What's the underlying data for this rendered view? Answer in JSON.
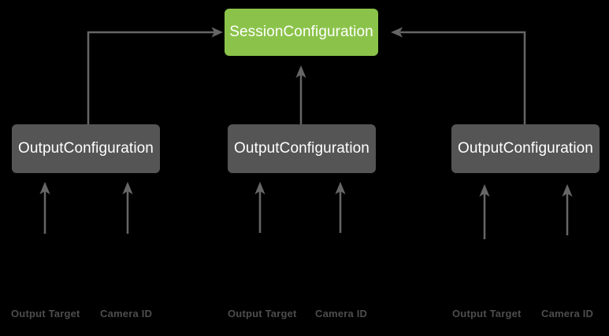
{
  "diagram": {
    "background_color": "#000000",
    "accent_color": "#8bc34a",
    "node_color": "#555555",
    "edge_color": "#666666",
    "label_color": "#4d4d4d",
    "root": {
      "label": "SessionConfiguration"
    },
    "groups": [
      {
        "node_label": "OutputConfiguration",
        "leaves": [
          {
            "label": "Output Target"
          },
          {
            "label": "Camera ID"
          }
        ]
      },
      {
        "node_label": "OutputConfiguration",
        "leaves": [
          {
            "label": "Output Target"
          },
          {
            "label": "Camera ID"
          }
        ]
      },
      {
        "node_label": "OutputConfiguration",
        "leaves": [
          {
            "label": "Output Target"
          },
          {
            "label": "Camera ID"
          }
        ]
      }
    ]
  }
}
